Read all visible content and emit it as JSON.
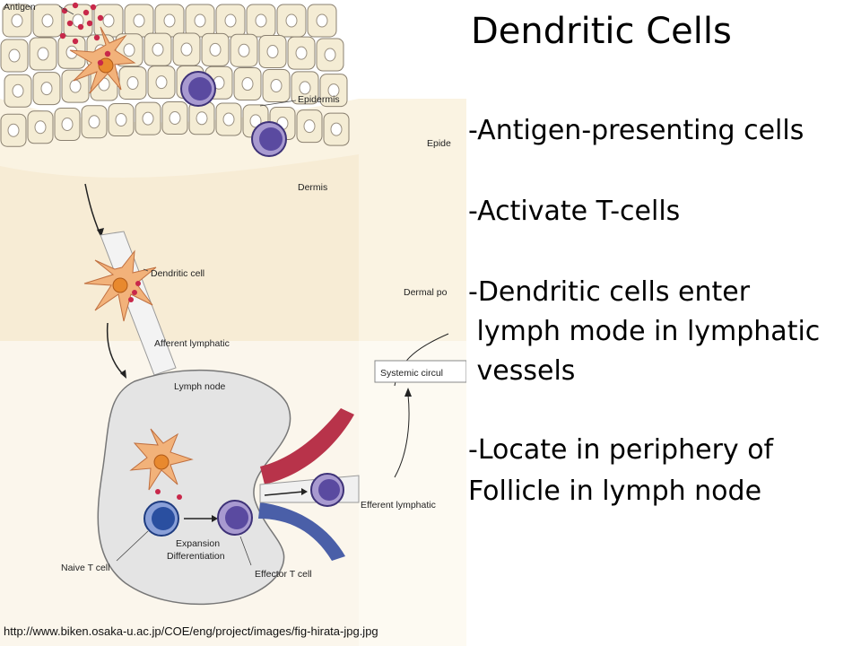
{
  "slide": {
    "title": "Dendritic Cells",
    "bullets": [
      {
        "text": "-Antigen-presenting cells"
      },
      {
        "text": "-Activate T-cells"
      },
      {
        "text": "-Dendritic cells enter"
      },
      {
        "text": " lymph mode in lymphatic"
      },
      {
        "text": " vessels"
      },
      {
        "text": "-Locate in periphery of"
      },
      {
        "text": "Follicle in lymph node"
      }
    ],
    "source_url": "http://www.biken.osaka-u.ac.jp/COE/eng/project/images/fig-hirata-jpg.jpg"
  },
  "figure": {
    "labels": {
      "antigen": "Antigen",
      "epidermis": "Epidermis",
      "epide_cut": "Epide",
      "dermis": "Dermis",
      "dendritic_cell": "Dendritic cell",
      "dermal_cut": "Dermal po",
      "afferent": "Afferent lymphatic",
      "systemic": "Systemic circul",
      "lymph_node": "Lymph node",
      "efferent": "Efferent lymphatic",
      "expansion": "Expansion",
      "differentiation": "Differentiation",
      "naive": "Naive T cell",
      "effector": "Effector T cell"
    },
    "colors": {
      "skin_cell_fill": "#f4ecd4",
      "skin_cell_stroke": "#8a8070",
      "dermis_fill": "#f5e9cf",
      "lymph_node_fill": "#e4e4e4",
      "dendritic_fill": "#f2b27a",
      "dendritic_nucleus": "#e8892e",
      "antigen_dot": "#c8284a",
      "t_cell_purple": "#5a4aa0",
      "naive_blue": "#2a4fa0",
      "artery_red": "#b8334a",
      "vein_blue": "#4a5fa8"
    }
  }
}
